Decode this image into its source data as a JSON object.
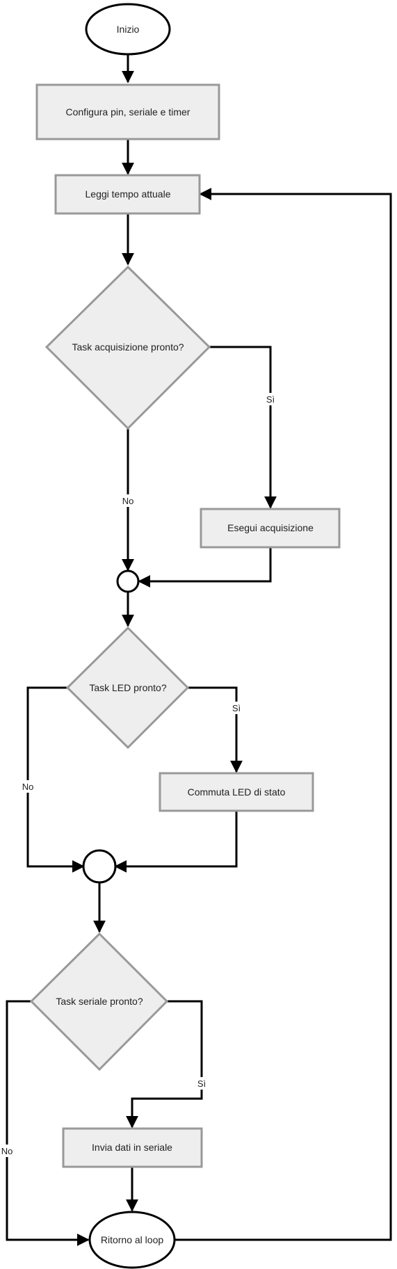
{
  "colors": {
    "box_fill": "#eeeeee",
    "box_stroke": "#999999",
    "line": "#000000",
    "text": "#222222",
    "terminal_fill": "#ffffff"
  },
  "nodes": {
    "start": "Inizio",
    "setup": "Configura pin, seriale e timer",
    "read_time": "Leggi tempo attuale",
    "acq_decision": "Task acquisizione pronto?",
    "acq_action": "Esegui acquisizione",
    "led_decision": "Task LED pronto?",
    "led_action": "Commuta LED di stato",
    "serial_decision": "Task seriale pronto?",
    "serial_action": "Invia dati in seriale",
    "loop_end": "Ritorno al loop"
  },
  "edge_labels": {
    "acq_yes": "Sì",
    "acq_no": "No",
    "led_yes": "Sì",
    "led_no": "No",
    "serial_yes": "Sì",
    "serial_no": "No"
  }
}
